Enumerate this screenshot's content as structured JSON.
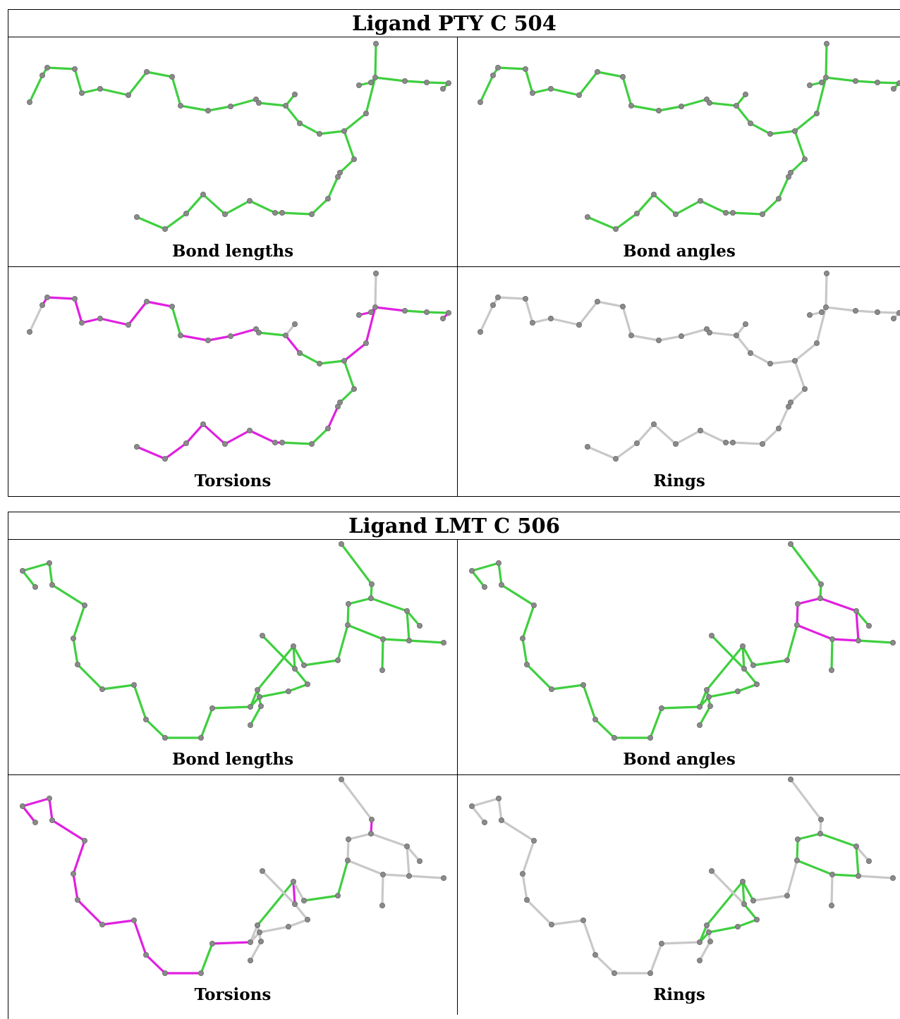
{
  "colors": {
    "ok": "#3fcf3f",
    "ok_dark": "#1e8f1e",
    "outlier": "#e020e0",
    "none": "#c8c8c8",
    "atom": "#8a8a8a"
  },
  "ligands": [
    {
      "title": "Ligand PTY C 504",
      "panels": [
        {
          "caption": "Bond lengths",
          "mode": "green"
        },
        {
          "caption": "Bond angles",
          "mode": "green"
        },
        {
          "caption": "Torsions",
          "mode": "torsion"
        },
        {
          "caption": "Rings",
          "mode": "gray"
        }
      ]
    },
    {
      "title": "Ligand LMT C 506",
      "panels": [
        {
          "caption": "Bond lengths",
          "mode": "green"
        },
        {
          "caption": "Bond angles",
          "mode": "angle"
        },
        {
          "caption": "Torsions",
          "mode": "torsion"
        },
        {
          "caption": "Rings",
          "mode": "ring"
        }
      ]
    }
  ]
}
